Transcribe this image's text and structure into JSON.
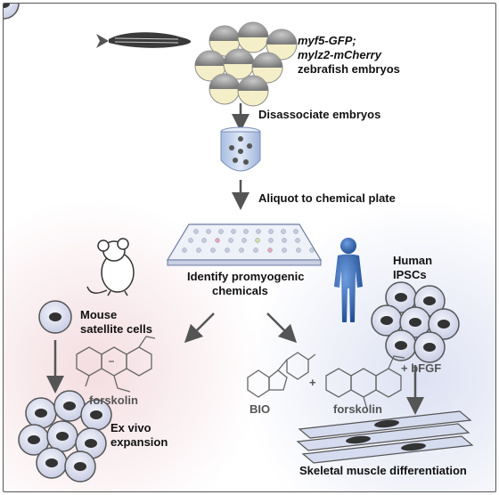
{
  "embryo_label": {
    "line1": "myf5-GFP;",
    "line2": "mylz2-mCherry",
    "line3": "zebrafish embryos"
  },
  "steps": {
    "disassociate": "Disassociate embryos",
    "aliquot": "Aliquot to chemical plate",
    "identify_line1": "Identify promyogenic",
    "identify_line2": "chemicals"
  },
  "mouse": {
    "line1": "Mouse",
    "line2": "satellite cells"
  },
  "human": {
    "line1": "Human",
    "line2": "IPSCs"
  },
  "chemicals": {
    "forskolin_left": "forskolin",
    "bio": "BIO",
    "forskolin_right": "forskolin",
    "plus": "+",
    "bfgf": "+ bFGF"
  },
  "outcomes": {
    "exvivo_line1": "Ex vivo",
    "exvivo_line2": "expansion",
    "skeletal": "Skeletal muscle differentiation"
  },
  "colors": {
    "text": "#111111",
    "arrow": "#555555",
    "embryo_top": "#9a9a9a",
    "embryo_bottom": "#f4efc8",
    "cell": "#dfe3f2",
    "nucleus": "#333333",
    "human": "#2f5fa8"
  }
}
